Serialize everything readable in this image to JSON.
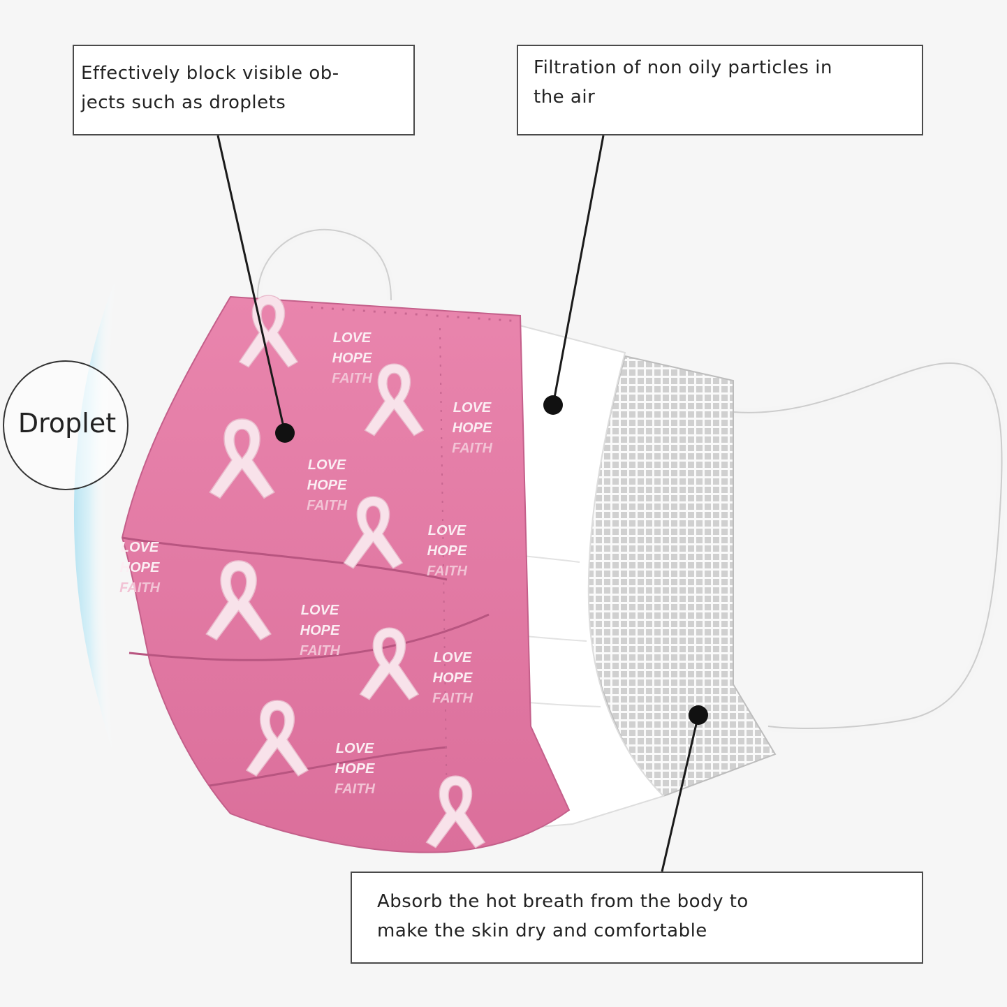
{
  "callouts": {
    "top_left": "Effectively block visible ob- jects such as droplets",
    "top_left_lines": [
      "Effectively block visible ob-",
      "jects such as droplets"
    ],
    "top_right_lines": [
      "Filtration of non oily particles in",
      "the air"
    ],
    "bottom_lines": [
      "Absorb the hot breath from the body to",
      "make the skin dry and comfortable"
    ]
  },
  "droplet_label": "Droplet",
  "pattern_words": [
    "LOVE",
    "HOPE",
    "FAITH"
  ],
  "colors": {
    "mask_pink": "#e07ba3",
    "mask_pink_dark": "#c86690",
    "ribbon": "#f6dce6",
    "middle_layer": "#ffffff",
    "inner_mesh": "#c9c9c9",
    "droplet_shield": "#bfe6f2",
    "leader_line": "#1a1a1a"
  }
}
